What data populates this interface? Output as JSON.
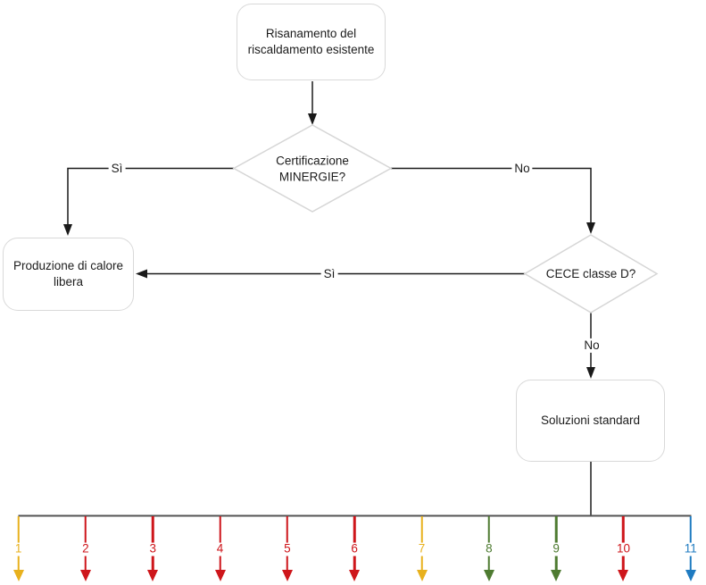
{
  "flowchart": {
    "start": {
      "label": "Risanamento del riscaldamento esistente"
    },
    "decision_minergie": {
      "label": "Certificazione MINERGIE?"
    },
    "result_free_heat": {
      "label": "Produzione di calore libera"
    },
    "decision_cece": {
      "label": "CECE classe D?"
    },
    "process_standard": {
      "label": "Soluzioni standard"
    },
    "edge_labels": {
      "minergie_yes": "Sì",
      "minergie_no": "No",
      "cece_yes": "Sì",
      "cece_no": "No"
    },
    "outcomes": [
      {
        "number": "1",
        "color": "#E8B11D"
      },
      {
        "number": "2",
        "color": "#CE161B"
      },
      {
        "number": "3",
        "color": "#CE161B"
      },
      {
        "number": "4",
        "color": "#CE161B"
      },
      {
        "number": "5",
        "color": "#CE161B"
      },
      {
        "number": "6",
        "color": "#CE161B"
      },
      {
        "number": "7",
        "color": "#E8B11D"
      },
      {
        "number": "8",
        "color": "#4E7B31"
      },
      {
        "number": "9",
        "color": "#4E7B31"
      },
      {
        "number": "10",
        "color": "#CE161B"
      },
      {
        "number": "11",
        "color": "#1F7BC1"
      }
    ],
    "colors": {
      "shape_border": "#D9D9D9",
      "connector": "#1A1A1A",
      "baseline": "#545454"
    }
  }
}
